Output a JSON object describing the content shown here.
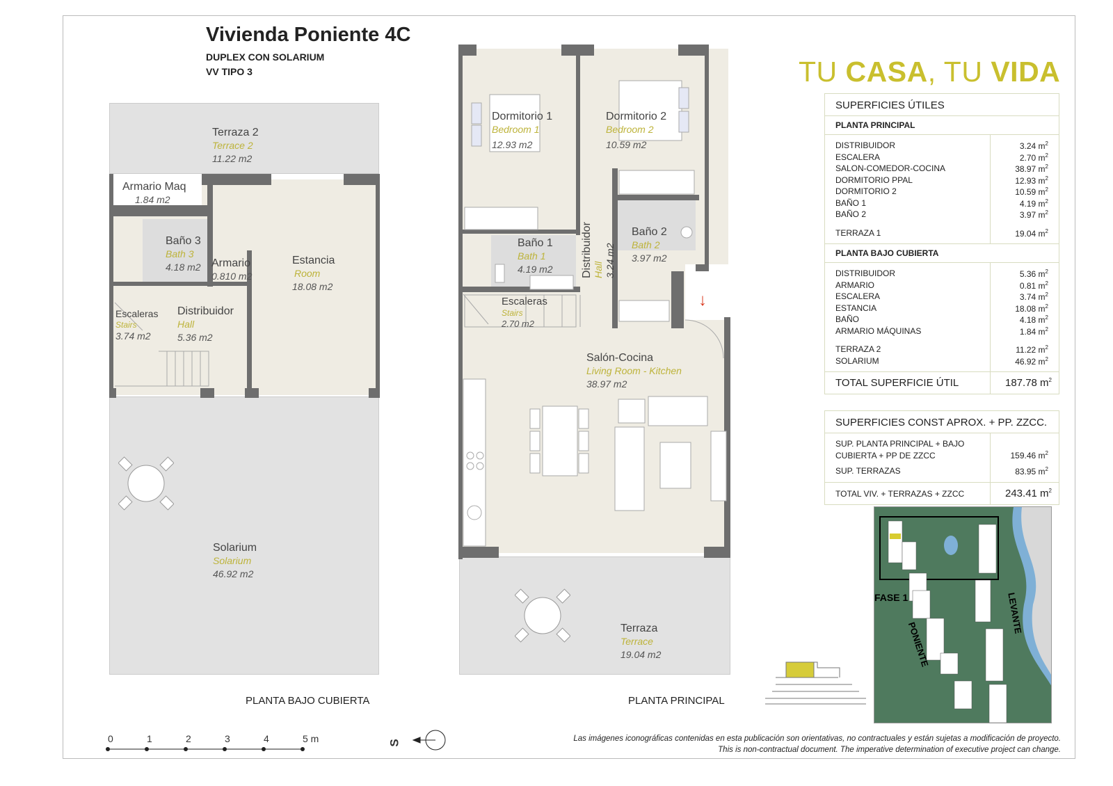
{
  "header": {
    "title": "Vivienda Poniente 4C",
    "subtitle1": "DUPLEX CON SOLARIUM",
    "subtitle2": "VV TIPO 3"
  },
  "slogan": {
    "part1": "TU ",
    "part2": "CASA",
    "part3": ", TU ",
    "part4": "VIDA",
    "color": "#c9bf2e"
  },
  "plans": {
    "upper": {
      "title": "PLANTA BAJO CUBIERTA",
      "rooms": [
        {
          "name": "Terraza 2",
          "en": "Terrace 2",
          "area": "11.22 m2"
        },
        {
          "name": "Armario Maq",
          "en": "",
          "area": "1.84 m2"
        },
        {
          "name": "Baño 3",
          "en": "Bath 3",
          "area": "4.18 m2"
        },
        {
          "name": "Armario",
          "en": "",
          "area": "0.810 m2"
        },
        {
          "name": "Estancia",
          "en": "Room",
          "area": "18.08 m2"
        },
        {
          "name": "Escaleras",
          "en": "Stairs",
          "area": "3.74 m2"
        },
        {
          "name": "Distribuidor",
          "en": "Hall",
          "area": "5.36 m2"
        },
        {
          "name": "Solarium",
          "en": "Solarium",
          "area": "46.92 m2"
        }
      ]
    },
    "main": {
      "title": "PLANTA PRINCIPAL",
      "rooms": [
        {
          "name": "Dormitorio 1",
          "en": "Bedroom 1",
          "area": "12.93 m2"
        },
        {
          "name": "Dormitorio 2",
          "en": "Bedroom 2",
          "area": "10.59 m2"
        },
        {
          "name": "Baño 1",
          "en": "Bath 1",
          "area": "4.19 m2"
        },
        {
          "name": "Distribuidor",
          "en": "Hall",
          "area": "3.24 m2"
        },
        {
          "name": "Baño 2",
          "en": "Bath 2",
          "area": "3.97 m2"
        },
        {
          "name": "Escaleras",
          "en": "Stairs",
          "area": "2.70 m2"
        },
        {
          "name": "Salón-Cocina",
          "en": "Living Room - Kitchen",
          "area": "38.97 m2"
        },
        {
          "name": "Terraza",
          "en": "Terrace",
          "area": "19.04 m2"
        }
      ]
    }
  },
  "table": {
    "title": "SUPERFICIES ÚTILES",
    "sections": [
      {
        "title": "PLANTA PRINCIPAL",
        "rows": [
          {
            "label": "DISTRIBUIDOR",
            "value": "3.24 m"
          },
          {
            "label": "ESCALERA",
            "value": "2.70 m"
          },
          {
            "label": "SALON-COMEDOR-COCINA",
            "value": "38.97 m"
          },
          {
            "label": "DORMITORIO PPAL",
            "value": "12.93 m"
          },
          {
            "label": "DORMITORIO 2",
            "value": "10.59 m"
          },
          {
            "label": "BAÑO 1",
            "value": "4.19 m"
          },
          {
            "label": "BAÑO 2",
            "value": "3.97 m"
          },
          {
            "label": "TERRAZA 1",
            "value": "19.04 m",
            "gap": true
          }
        ]
      },
      {
        "title": "PLANTA BAJO CUBIERTA",
        "rows": [
          {
            "label": "DISTRIBUIDOR",
            "value": "5.36 m"
          },
          {
            "label": "ARMARIO",
            "value": "0.81 m"
          },
          {
            "label": "ESCALERA",
            "value": "3.74 m"
          },
          {
            "label": "ESTANCIA",
            "value": "18.08 m"
          },
          {
            "label": "BAÑO",
            "value": "4.18 m"
          },
          {
            "label": "ARMARIO MÁQUINAS",
            "value": "1.84 m"
          },
          {
            "label": "TERRAZA 2",
            "value": "11.22 m",
            "gap": true
          },
          {
            "label": "SOLARIUM",
            "value": "46.92 m"
          }
        ]
      }
    ],
    "total_label": "TOTAL SUPERFICIE ÚTIL",
    "total_value": "187.78 m",
    "const_title": "SUPERFICIES CONST APROX. + PP. ZZCC.",
    "const_rows": [
      {
        "label1": "SUP. PLANTA PRINCIPAL + BAJO",
        "label2": "CUBIERTA + PP DE ZZCC",
        "value": "159.46 m"
      },
      {
        "label1": "SUP. TERRAZAS",
        "value": "83.95 m"
      }
    ],
    "const_total_label": "TOTAL VIV. + TERRAZAS + ZZCC",
    "const_total_value": "243.41 m",
    "unit_sup": "2"
  },
  "scale": {
    "ticks": [
      "0",
      "1",
      "2",
      "3",
      "4",
      "5 m"
    ]
  },
  "north": {
    "label": "S"
  },
  "site_map": {
    "fase": "FASE 1",
    "poniente": "PONIENTE",
    "levante": "LEVANTE"
  },
  "disclaimer": {
    "line1": "Las imágenes iconográficas contenidas en esta publicación son orientativas, no contractuales y están sujetas a modificación de proyecto.",
    "line2": "This is non-contractual document. The imperative determination of executive project can change."
  }
}
